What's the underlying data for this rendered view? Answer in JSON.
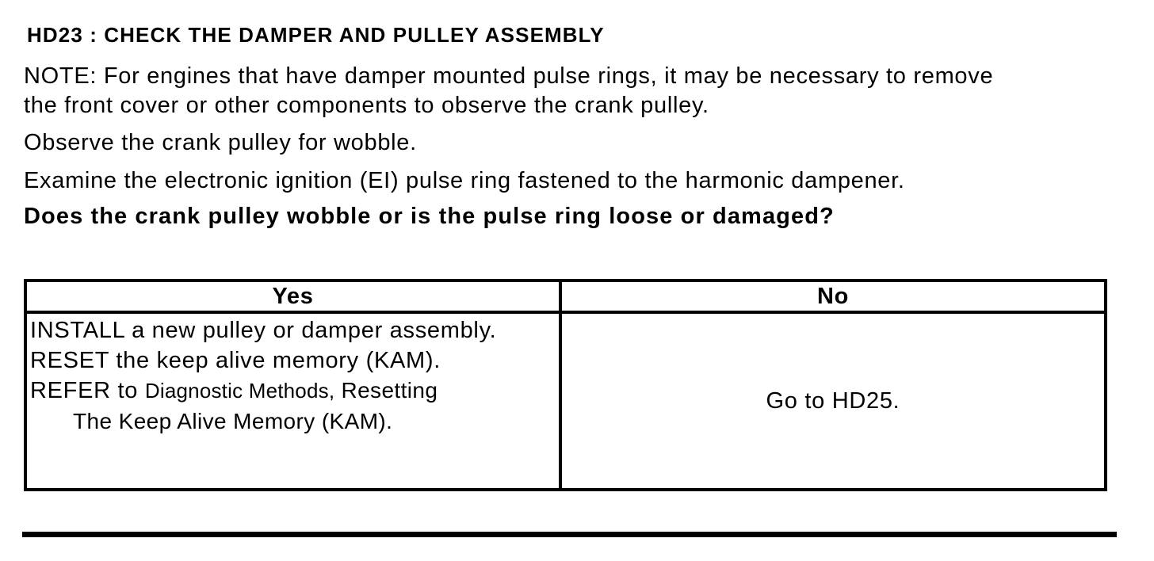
{
  "page": {
    "title": "HD23 : CHECK THE DAMPER AND PULLEY ASSEMBLY",
    "note": {
      "line1": "NOTE: For engines that have damper mounted pulse rings, it may be necessary to remove",
      "line2": "the front cover or other components to observe the crank pulley."
    },
    "steps": {
      "observe": "Observe the crank pulley for wobble.",
      "examine": "Examine the electronic ignition (EI) pulse ring fastened to the harmonic dampener."
    },
    "question": "Does the crank pulley wobble or is the pulse ring loose or damaged?"
  },
  "decision_table": {
    "columns": [
      {
        "header": "Yes"
      },
      {
        "header": "No"
      }
    ],
    "yes_cell": {
      "line1": "INSTALL a new pulley or damper assembly.",
      "line2": "RESET the keep alive memory (KAM).",
      "line3_prefix": "REFER to ",
      "line3_ref": "Diagnostic Methods,",
      "line3_ref2": " Resetting",
      "line4": "The Keep Alive Memory (KAM)."
    },
    "no_cell": {
      "text": "Go to HD25."
    }
  },
  "colors": {
    "text": "#000000",
    "background": "#ffffff",
    "border": "#000000"
  }
}
